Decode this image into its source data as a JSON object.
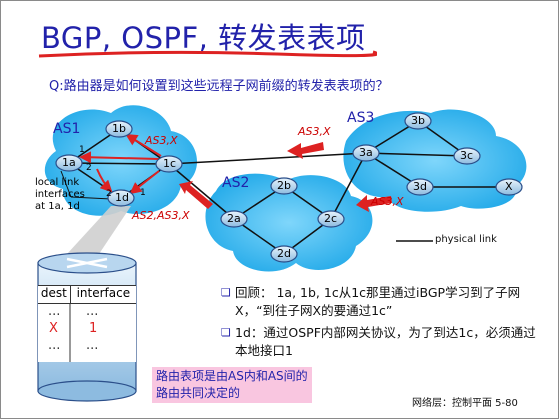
{
  "slide": {
    "title": "BGP, OSPF, 转发表表项",
    "question": "Q:路由器是如何设置到这些远程子网前缀的转发表表项的？",
    "as_labels": {
      "as1": "AS1",
      "as2": "AS2",
      "as3": "AS3"
    },
    "routers": {
      "r1a": "1a",
      "r1b": "1b",
      "r1c": "1c",
      "r1d": "1d",
      "r2a": "2a",
      "r2b": "2b",
      "r2c": "2c",
      "r2d": "2d",
      "r3a": "3a",
      "r3b": "3b",
      "r3c": "3c",
      "r3d": "3d",
      "dest": "X"
    },
    "path_labels": {
      "as3x_1": "AS3,X",
      "as3x_2": "AS3,X",
      "as3x_3": "AS3,X",
      "as2as3x": "AS2,AS3,X"
    },
    "interface_nums": {
      "i1a": "1",
      "i1b": "2",
      "i2a": "2",
      "i2b": "1"
    },
    "local_link_label": "local link interfaces at 1a, 1d",
    "legend": "physical link",
    "table": {
      "headers": [
        "dest",
        "interface"
      ],
      "rows": [
        [
          "...",
          "..."
        ],
        [
          "X",
          "1"
        ],
        [
          "...",
          "..."
        ]
      ]
    },
    "bullets": [
      "回顾： 1a, 1b, 1c从1c那里通过iBGP学习到了子网X，“到往子网X的要通过1c”",
      "1d：通过OSPF内部网关协议，为了到达1c，必须通过本地接口1"
    ],
    "note": "路由表项是由AS内和AS间的路由共同决定的",
    "footer": "网络层：控制平面  5-80",
    "colors": {
      "title": "#2222aa",
      "cloud": "#29b4ee",
      "arrow": "#dd2222",
      "note_bg": "#f9c6e0"
    }
  }
}
